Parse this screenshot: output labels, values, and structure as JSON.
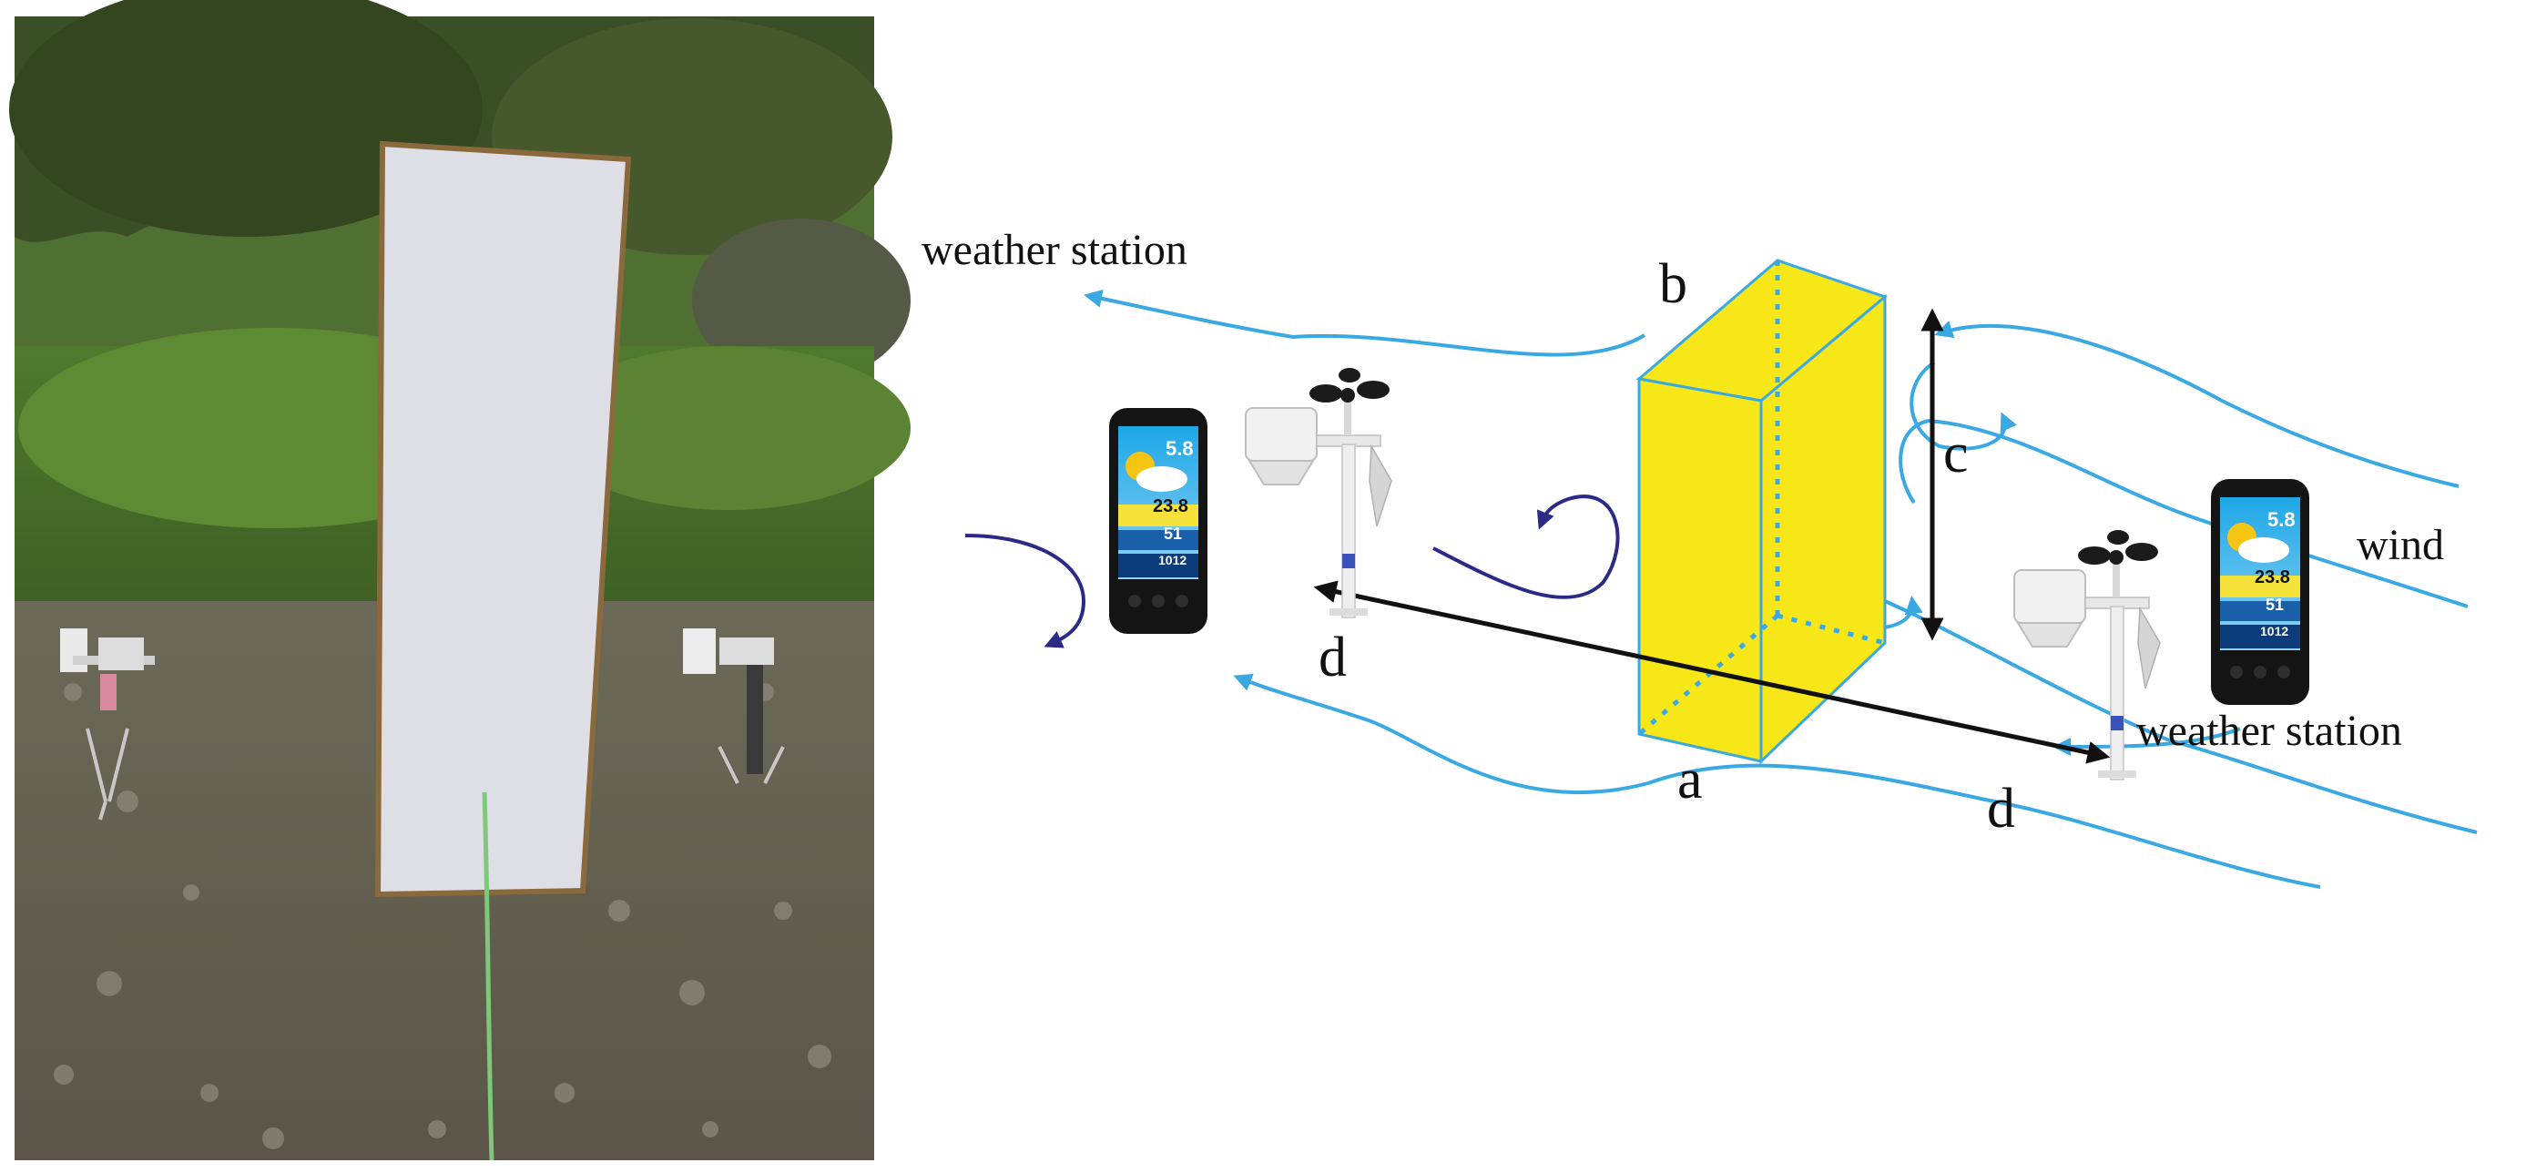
{
  "labels": {
    "weather_station_left": "weather station",
    "weather_station_right": "weather station",
    "wind": "wind",
    "a": "a",
    "b": "b",
    "c": "c",
    "d_left": "d",
    "d_right": "d"
  },
  "display": {
    "wind_speed": "5.8",
    "temperature": "23.8",
    "humidity": "51",
    "pressure": "1012"
  },
  "icons": {
    "barrier": "yellow-box-barrier",
    "station": "weather-station-anemometer",
    "console": "weather-console-display"
  },
  "colors": {
    "barrier_fill": "#f7e618",
    "airflow": "#3aa9e3",
    "eddy": "#2b2a86",
    "dimension": "#111111"
  }
}
